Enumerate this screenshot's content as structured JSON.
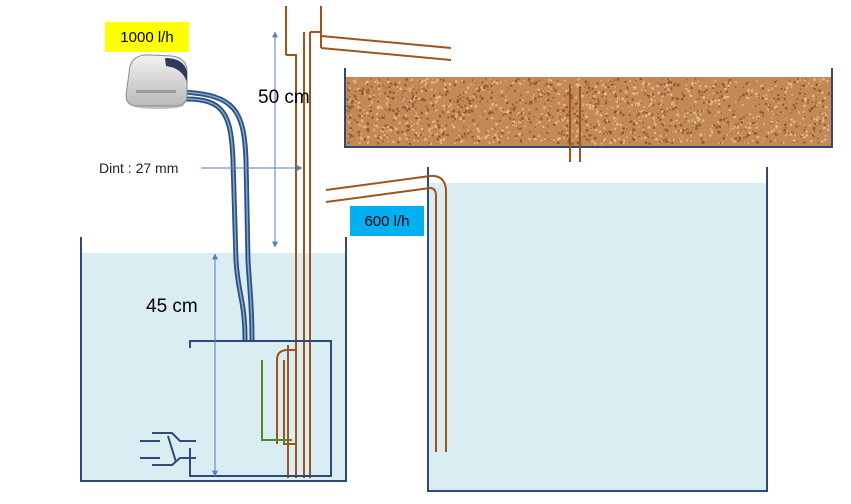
{
  "labels": {
    "air_pump_flow": "1000 l/h",
    "return_flow": "600 l/h",
    "height_top": "50 cm",
    "height_water": "45 cm",
    "pipe_diameter": "Dint : 27 mm"
  },
  "colors": {
    "water": "#daedf3",
    "tank_outline": "#2e4a7a",
    "pipe": "#a0541c",
    "air_hose": "#2f4f7f",
    "air_hose_light": "#7fa6d6",
    "gravel": "#c38a58",
    "gravel_dark": "#8f5a2c",
    "gravel_light": "#e3b98a",
    "highlight_yellow": "#ffff00",
    "highlight_blue": "#00b0f0",
    "green_pipe": "#4f8a2a",
    "dimension_line": "#5a7fb5"
  },
  "icons": {
    "air_pump": "air-pump-icon"
  }
}
